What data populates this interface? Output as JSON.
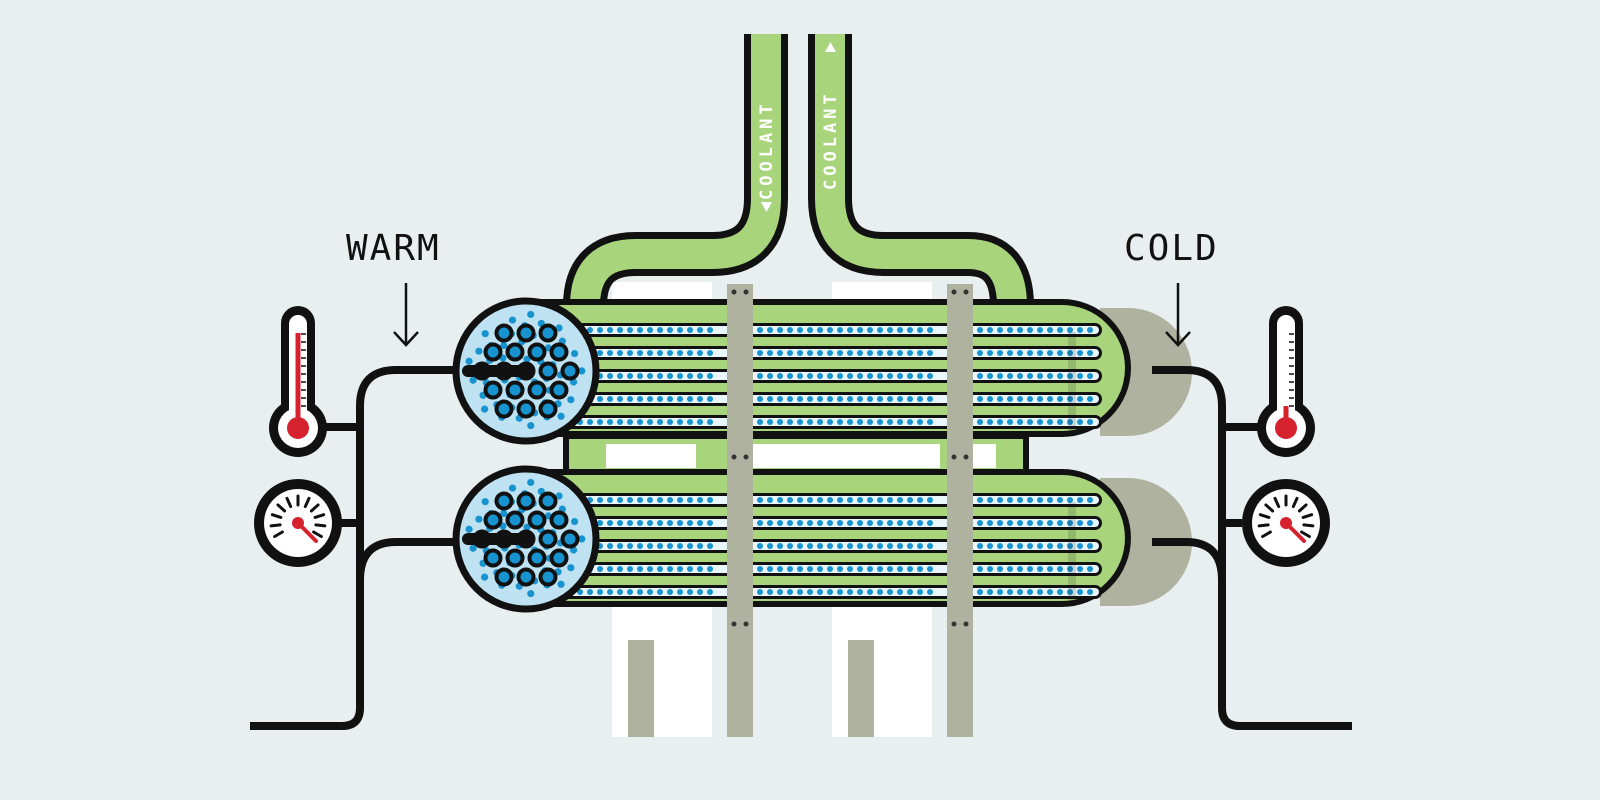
{
  "labels": {
    "warm": "WARM",
    "cold": "COLD",
    "coolant_in": "COOLANT",
    "coolant_out": "COOLANT"
  },
  "colors": {
    "background": "#e9eff1",
    "outline": "#111111",
    "shell_green": "#a8d57c",
    "tube_blue": "#1793cf",
    "tube_sheet": "#bfe2f2",
    "support": "#b0b2a0",
    "thermo_red": "#d6212e"
  },
  "icons": {
    "warm_thermometer": "thermometer-icon",
    "warm_gauge": "pressure-gauge-icon",
    "cold_thermometer": "thermometer-icon",
    "cold_gauge": "pressure-gauge-icon",
    "flow_arrow": "arrow-down-icon"
  },
  "thermometer_levels": {
    "warm": 0.85,
    "cold": 0.12
  }
}
